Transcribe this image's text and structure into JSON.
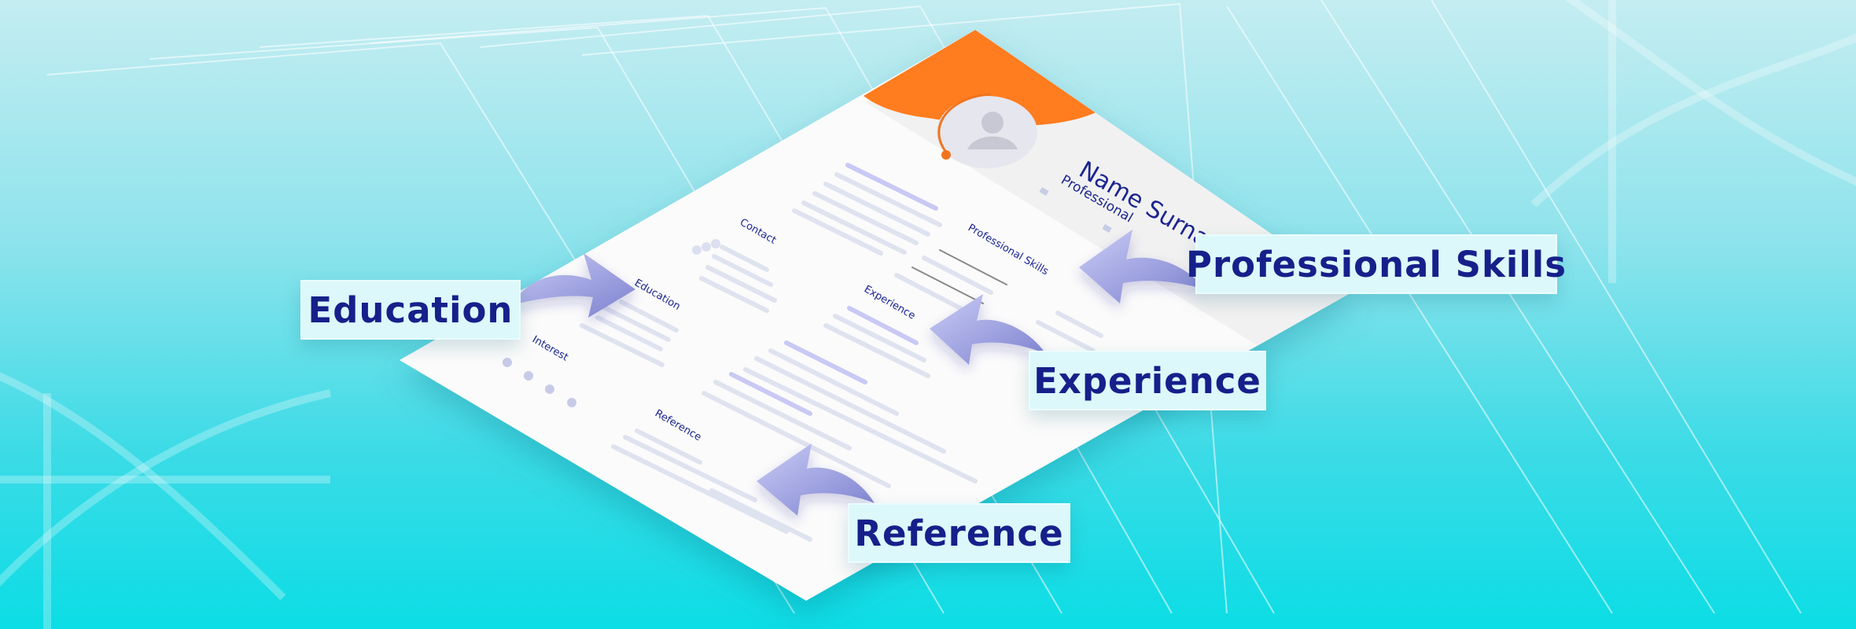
{
  "resume": {
    "name": "Name Surname",
    "title": "Professional",
    "sections": {
      "contact": "Contact",
      "education": "Education",
      "interest": "Interest",
      "reference": "Reference",
      "professional_skills": "Professional Skills",
      "experience": "Experience"
    },
    "colors": {
      "accent": "#ff7c1f",
      "highlight": "#c9c9f5",
      "line": "#dfe3ef",
      "text": "#1b2590"
    }
  },
  "callouts": {
    "education": "Education",
    "professional_skills": "Professional Skills",
    "experience": "Experience",
    "reference": "Reference"
  },
  "icons": {
    "avatar": "user-avatar-icon",
    "arrow": "curved-arrow-icon"
  }
}
